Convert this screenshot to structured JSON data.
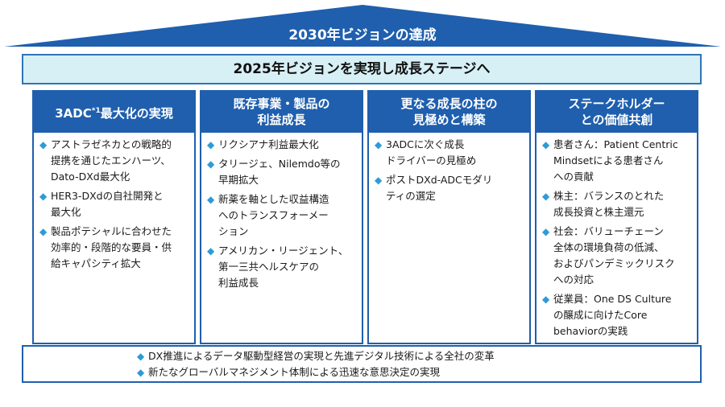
{
  "title": "2030年ビジョンの達成",
  "banner": "2025年ビジョンを実現し成長ステージへ",
  "colors": {
    "roof": "#1f5fae",
    "pillar_header": "#1f5fae",
    "banner_bg": "#d7f0f5",
    "bullet": "#2e9bd6"
  },
  "bullet_icon": "diamond-bullet",
  "pillars": [
    {
      "title_main": "3ADC",
      "title_sup": "*1",
      "title_rest": "最大化の実現",
      "items": [
        "アストラゼネカとの戦略的\n提携を通じたエンハーツ、\nDato-DXd最大化",
        "HER3-DXdの自社開発と\n最大化",
        "製品ポテシャルに合わせた\n効率的・段階的な要員・供\n給キャパシティ拡大"
      ]
    },
    {
      "title": "既存事業・製品の\n利益成長",
      "items": [
        "リクシアナ利益最大化",
        "タリージェ、Nilemdo等の\n早期拡大",
        "新薬を軸とした収益構造\nへのトランスフォーメー\nション",
        "アメリカン・リージェント、\n第一三共ヘルスケアの\n利益成長"
      ]
    },
    {
      "title": "更なる成長の柱の\n見極めと構築",
      "items": [
        "3ADCに次ぐ成長\nドライバーの見極め",
        "ポストDXd-ADCモダリ\nティの選定"
      ]
    },
    {
      "title": "ステークホルダー\nとの価値共創",
      "items": [
        "患者さん：Patient Centric\nMindsetによる患者さん\nへの貢献",
        "株主：バランスのとれた\n成長投資と株主還元",
        "社会：バリューチェーン\n全体の環境負荷の低減、\nおよびパンデミックリスク\nへの対応",
        "従業員：One DS Culture\nの醸成に向けたCore\nbehaviorの実践"
      ]
    }
  ],
  "foundation": [
    "DX推進によるデータ駆動型経営の実現と先進デジタル技術による全社の変革",
    "新たなグローバルマネジメント体制による迅速な意思決定の実現"
  ]
}
